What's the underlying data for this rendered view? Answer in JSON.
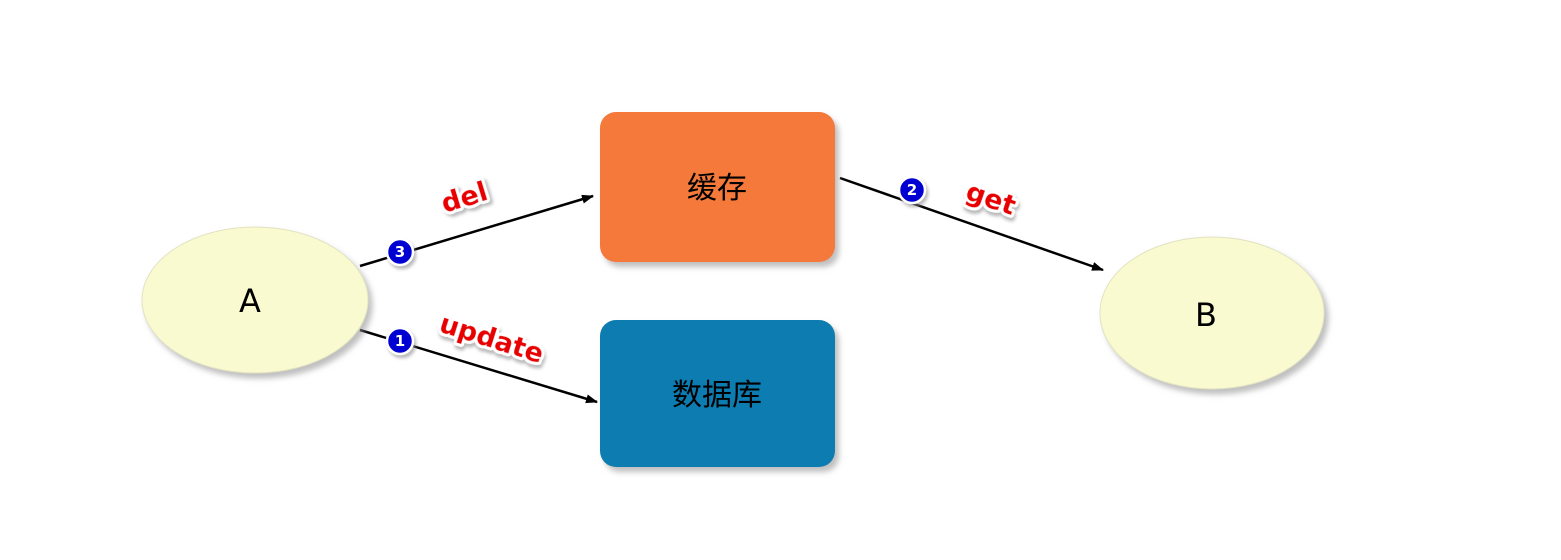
{
  "diagram": {
    "nodes": {
      "a": {
        "label": "A"
      },
      "b": {
        "label": "B"
      },
      "cache": {
        "label": "缓存"
      },
      "database": {
        "label": "数据库"
      }
    },
    "edges": {
      "del": {
        "label": "del",
        "step": "3"
      },
      "update": {
        "label": "update",
        "step": "1"
      },
      "get": {
        "label": "2",
        "label_text": "get",
        "step": "2"
      }
    },
    "colors": {
      "entity_fill": "#FAFAD0",
      "cache_fill": "#F4793B",
      "database_fill": "#0E7CB0",
      "step_badge_fill": "#0000D2",
      "edge_label_color": "#E80000",
      "arrow_color": "#000000"
    }
  }
}
